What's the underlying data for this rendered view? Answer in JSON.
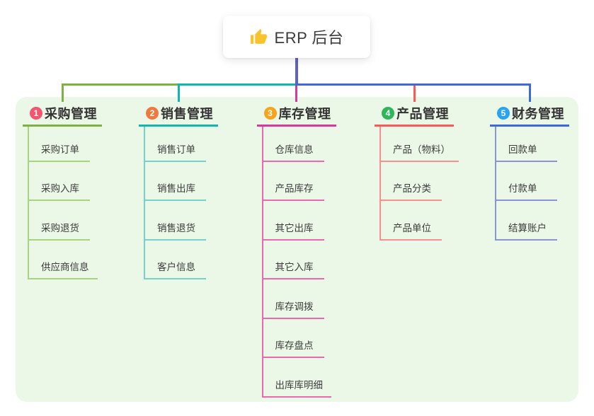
{
  "root": {
    "title": "ERP 后台",
    "icon": "thumbs-up-icon",
    "icon_color": "#F9C32D"
  },
  "canvas": {
    "panel_bg": "#EBF7E7",
    "root_line_color": "#5A63C8"
  },
  "branches": [
    {
      "badge": "1",
      "badge_color": "#F1566F",
      "label": "采购管理",
      "line_color": "#7CB242",
      "child_line_color": "#A8D47D",
      "children": [
        "采购订单",
        "采购入库",
        "采购退货",
        "供应商信息"
      ]
    },
    {
      "badge": "2",
      "badge_color": "#F0793D",
      "label": "销售管理",
      "line_color": "#13B5AF",
      "child_line_color": "#74D1CB",
      "children": [
        "销售订单",
        "销售出库",
        "销售退货",
        "客户信息"
      ]
    },
    {
      "badge": "3",
      "badge_color": "#F5A41E",
      "label": "库存管理",
      "line_color": "#D8379F",
      "child_line_color": "#EE66B0",
      "children": [
        "仓库信息",
        "产品库存",
        "其它出库",
        "其它入库",
        "库存调拨",
        "库存盘点",
        "出库库明细"
      ]
    },
    {
      "badge": "4",
      "badge_color": "#2FB65B",
      "label": "产品管理",
      "line_color": "#F85B57",
      "child_line_color": "#FA8F8B",
      "children": [
        "产品（物料）",
        "产品分类",
        "产品单位"
      ]
    },
    {
      "badge": "5",
      "badge_color": "#2BA4F0",
      "label": "财务管理",
      "line_color": "#4167DE",
      "child_line_color": "#8794D6",
      "children": [
        "回款单",
        "付款单",
        "结算账户"
      ]
    }
  ]
}
